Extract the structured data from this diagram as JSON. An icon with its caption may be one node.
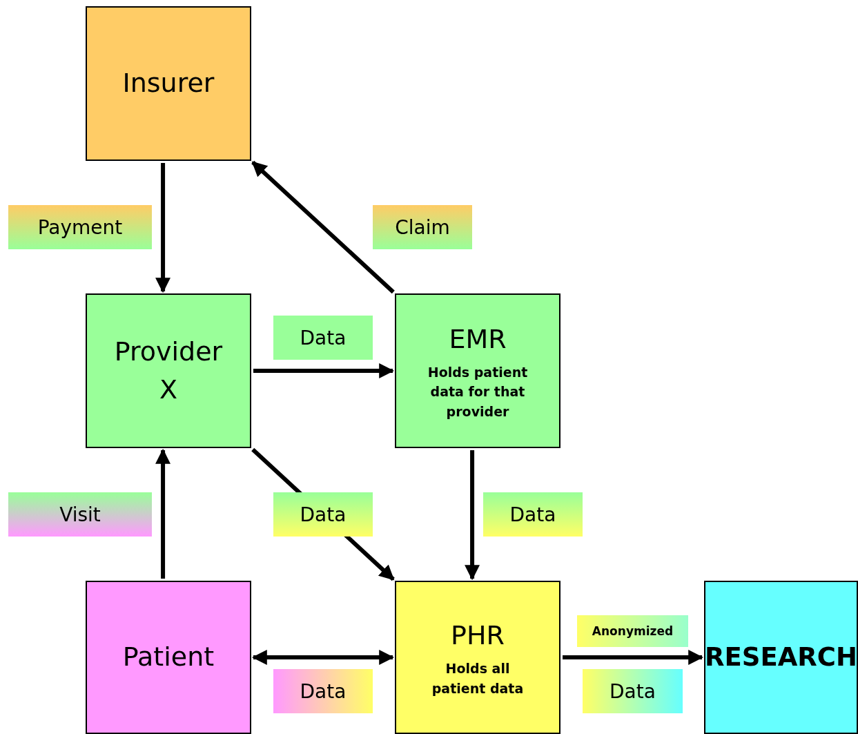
{
  "diagram": {
    "nodes": [
      {
        "text": [
          "Insurer"
        ]
      },
      {
        "text": [
          "Provider X"
        ]
      },
      {
        "text": [
          "EMR",
          "Holds patient data for that provider"
        ]
      },
      {
        "text": [
          "Patient"
        ]
      },
      {
        "text": [
          "PHR",
          "Holds all patient data"
        ]
      },
      {
        "text": [
          "RESEARCH"
        ]
      }
    ],
    "edges": [
      {
        "from": 0,
        "to": 1,
        "arrow": "to",
        "label": "Payment"
      },
      {
        "from": 2,
        "to": 0,
        "arrow": "to",
        "label": "Claim"
      },
      {
        "from": 1,
        "to": 2,
        "arrow": "to",
        "label": "Data"
      },
      {
        "from": 3,
        "to": 1,
        "arrow": "to",
        "label": "Visit"
      },
      {
        "from": 1,
        "to": 4,
        "arrow": "to",
        "label": "Data"
      },
      {
        "from": 2,
        "to": 4,
        "arrow": "to",
        "label": "Data"
      },
      {
        "from": 3,
        "to": 4,
        "arrow": "both",
        "label": "Data"
      },
      {
        "from": 4,
        "to": 5,
        "arrow": "to",
        "label": "Anonymized"
      }
    ],
    "labels": [
      "Data"
    ]
  }
}
